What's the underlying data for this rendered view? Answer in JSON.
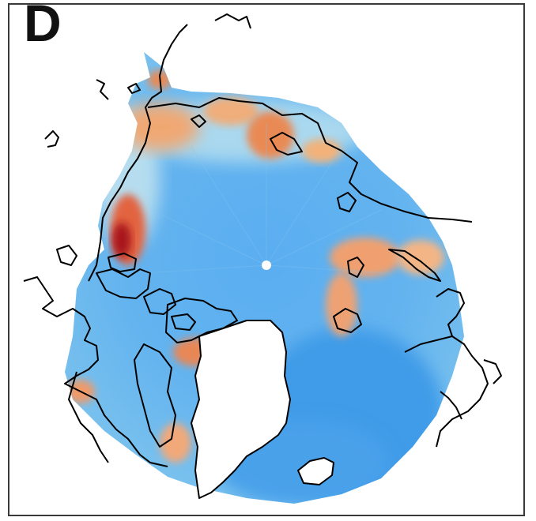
{
  "panel": {
    "label": "D"
  },
  "map": {
    "projection": "north-polar-stereographic",
    "colors": {
      "pole_marker": "#ffffff",
      "coastline": "#000000",
      "field_low": "#3f9be8",
      "field_mid_low": "#79c1ee",
      "field_mid": "#b8dfee",
      "field_mid_high": "#f2b27a",
      "field_high": "#e2643f",
      "field_max": "#a8141b"
    },
    "hotspots": [
      {
        "name": "canadian-archipelago-west",
        "intensity": "max"
      },
      {
        "name": "alaska-north-coast",
        "intensity": "high"
      },
      {
        "name": "laptev-sea-coast",
        "intensity": "high"
      },
      {
        "name": "kara-sea",
        "intensity": "high"
      },
      {
        "name": "baffin-bay",
        "intensity": "high"
      },
      {
        "name": "east-siberian-coast",
        "intensity": "mid-high"
      }
    ]
  }
}
